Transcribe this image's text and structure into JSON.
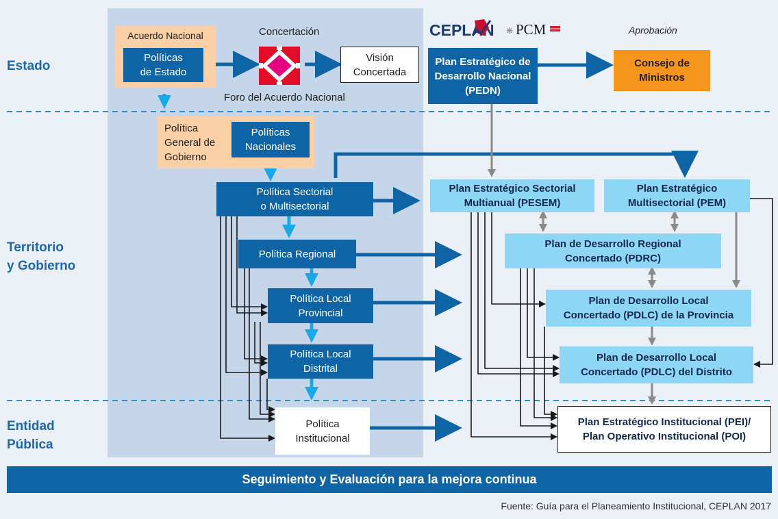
{
  "bands": {
    "estado": "Estado",
    "territorio_l1": "Territorio",
    "territorio_l2": "y Gobierno",
    "entidad_l1": "Entidad",
    "entidad_l2": "Pública"
  },
  "top": {
    "acuerdo_label": "Acuerdo Nacional",
    "politicas_estado_l1": "Políticas",
    "politicas_estado_l2": "de Estado",
    "concertacion": "Concertación",
    "foro": "Foro del Acuerdo Nacional",
    "vision_l1": "Visión",
    "vision_l2": "Concertada",
    "ceplan_logo": "CEPLAN",
    "pcm_logo": "PCM",
    "aprobacion": "Aprobación",
    "pedn_l1": "Plan Estratégico de",
    "pedn_l2": "Desarrollo Nacional",
    "pedn_l3": "(PEDN)",
    "consejo_l1": "Consejo de",
    "consejo_l2": "Ministros"
  },
  "policies": {
    "pgg_l1": "Política",
    "pgg_l2": "General de",
    "pgg_l3": "Gobierno",
    "nacionales_l1": "Políticas",
    "nacionales_l2": "Nacionales",
    "sectorial_l1": "Política Sectorial",
    "sectorial_l2": "o Multisectorial",
    "regional": "Política Regional",
    "local_prov_l1": "Política Local",
    "local_prov_l2": "Provincial",
    "local_dist_l1": "Política Local",
    "local_dist_l2": "Distrital",
    "institucional_l1": "Política",
    "institucional_l2": "Institucional"
  },
  "plans": {
    "pesem_l1": "Plan Estratégico Sectorial",
    "pesem_l2": "Multianual (PESEM)",
    "pem_l1": "Plan Estratégico",
    "pem_l2": "Multisectorial (PEM)",
    "pdrc_l1": "Plan de Desarrollo Regional",
    "pdrc_l2": "Concertado (PDRC)",
    "pdlc_prov_l1": "Plan de Desarrollo Local",
    "pdlc_prov_l2": "Concertado (PDLC) de la Provincia",
    "pdlc_dist_l1": "Plan de Desarrollo Local",
    "pdlc_dist_l2": "Concertado (PDLC) del Distrito",
    "pei_l1": "Plan Estratégico Institucional (PEI)/",
    "pei_l2": "Plan Operativo Institucional (POI)"
  },
  "footer": "Seguimiento y Evaluación para la mejora continua",
  "source": "Fuente: Guía para el Planeamiento Institucional, CEPLAN 2017",
  "colors": {
    "dark_blue": "#0f64a6",
    "light_blue": "#8dd6f5",
    "cyan_arrow": "#1aa9e8",
    "gray_arrow": "#8a8a8a",
    "peach": "#fbd0a6",
    "orange": "#f7941d",
    "panel": "#c5d6ea"
  }
}
